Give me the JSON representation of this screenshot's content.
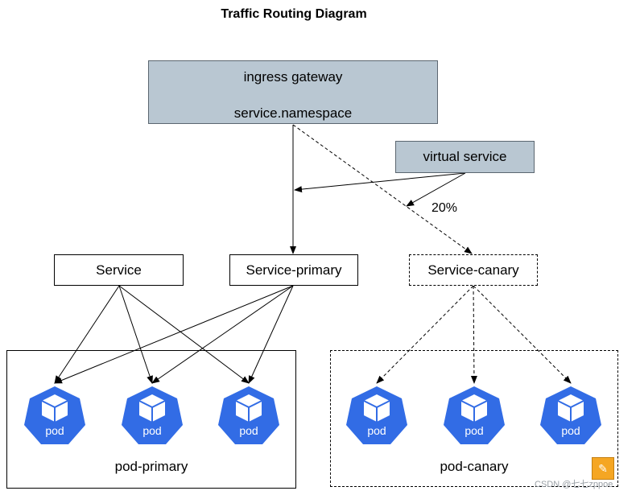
{
  "title": "Traffic Routing Diagram",
  "gateway": {
    "line1": "ingress gateway",
    "line2": "service.namespace"
  },
  "virtual_service": "virtual service",
  "percent_label": "20%",
  "services": {
    "service": "Service",
    "primary": "Service-primary",
    "canary": "Service-canary"
  },
  "groups": {
    "primary": "pod-primary",
    "canary": "pod-canary"
  },
  "pod_label": "pod",
  "watermark": "CSDN @七七zppoe",
  "colors": {
    "node_fill": "#b9c7d2",
    "pod_blue": "#326ce5"
  }
}
